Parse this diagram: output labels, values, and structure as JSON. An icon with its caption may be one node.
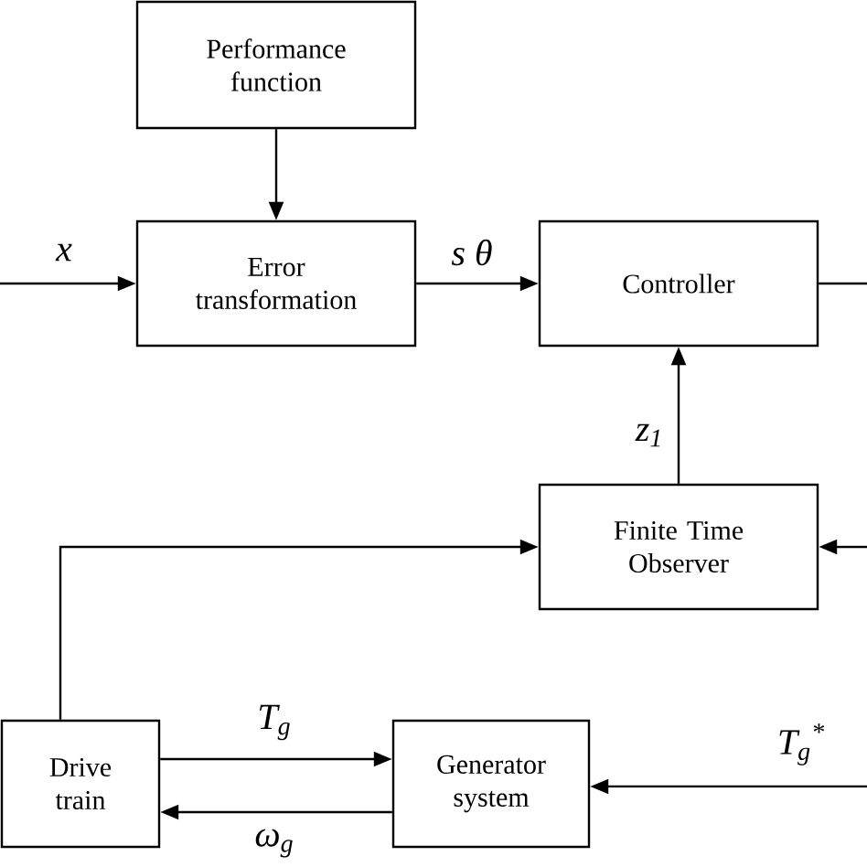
{
  "diagram": {
    "nodes": [
      {
        "text": [
          "Performance function"
        ]
      },
      {
        "text": [
          "Error transformation"
        ]
      },
      {
        "text": [
          "Controller"
        ]
      },
      {
        "text": [
          "Finite Time Observer"
        ]
      },
      {
        "text": [
          "Drive train"
        ]
      },
      {
        "text": [
          "Generator system"
        ]
      }
    ],
    "edges": [
      {
        "from": 0,
        "to": 1,
        "arrow": "to"
      },
      {
        "from": null,
        "to": 1,
        "arrow": "to",
        "label": "x"
      },
      {
        "from": 1,
        "to": 2,
        "arrow": "to",
        "label": "s θ"
      },
      {
        "from": 2,
        "to": null,
        "arrow": "none"
      },
      {
        "from": 3,
        "to": 2,
        "arrow": "to",
        "label": "z$_{1}$"
      },
      {
        "from": null,
        "to": 3,
        "arrow": "to"
      },
      {
        "from": 4,
        "to": 3,
        "arrow": "to"
      },
      {
        "from": 4,
        "to": 5,
        "arrow": "to",
        "label": "T$_{g}$"
      },
      {
        "from": 5,
        "to": 4,
        "arrow": "to",
        "label": "ω$_{g}$"
      },
      {
        "from": null,
        "to": 5,
        "arrow": "to",
        "label": "T$_{g}$$^{*}$"
      }
    ]
  }
}
